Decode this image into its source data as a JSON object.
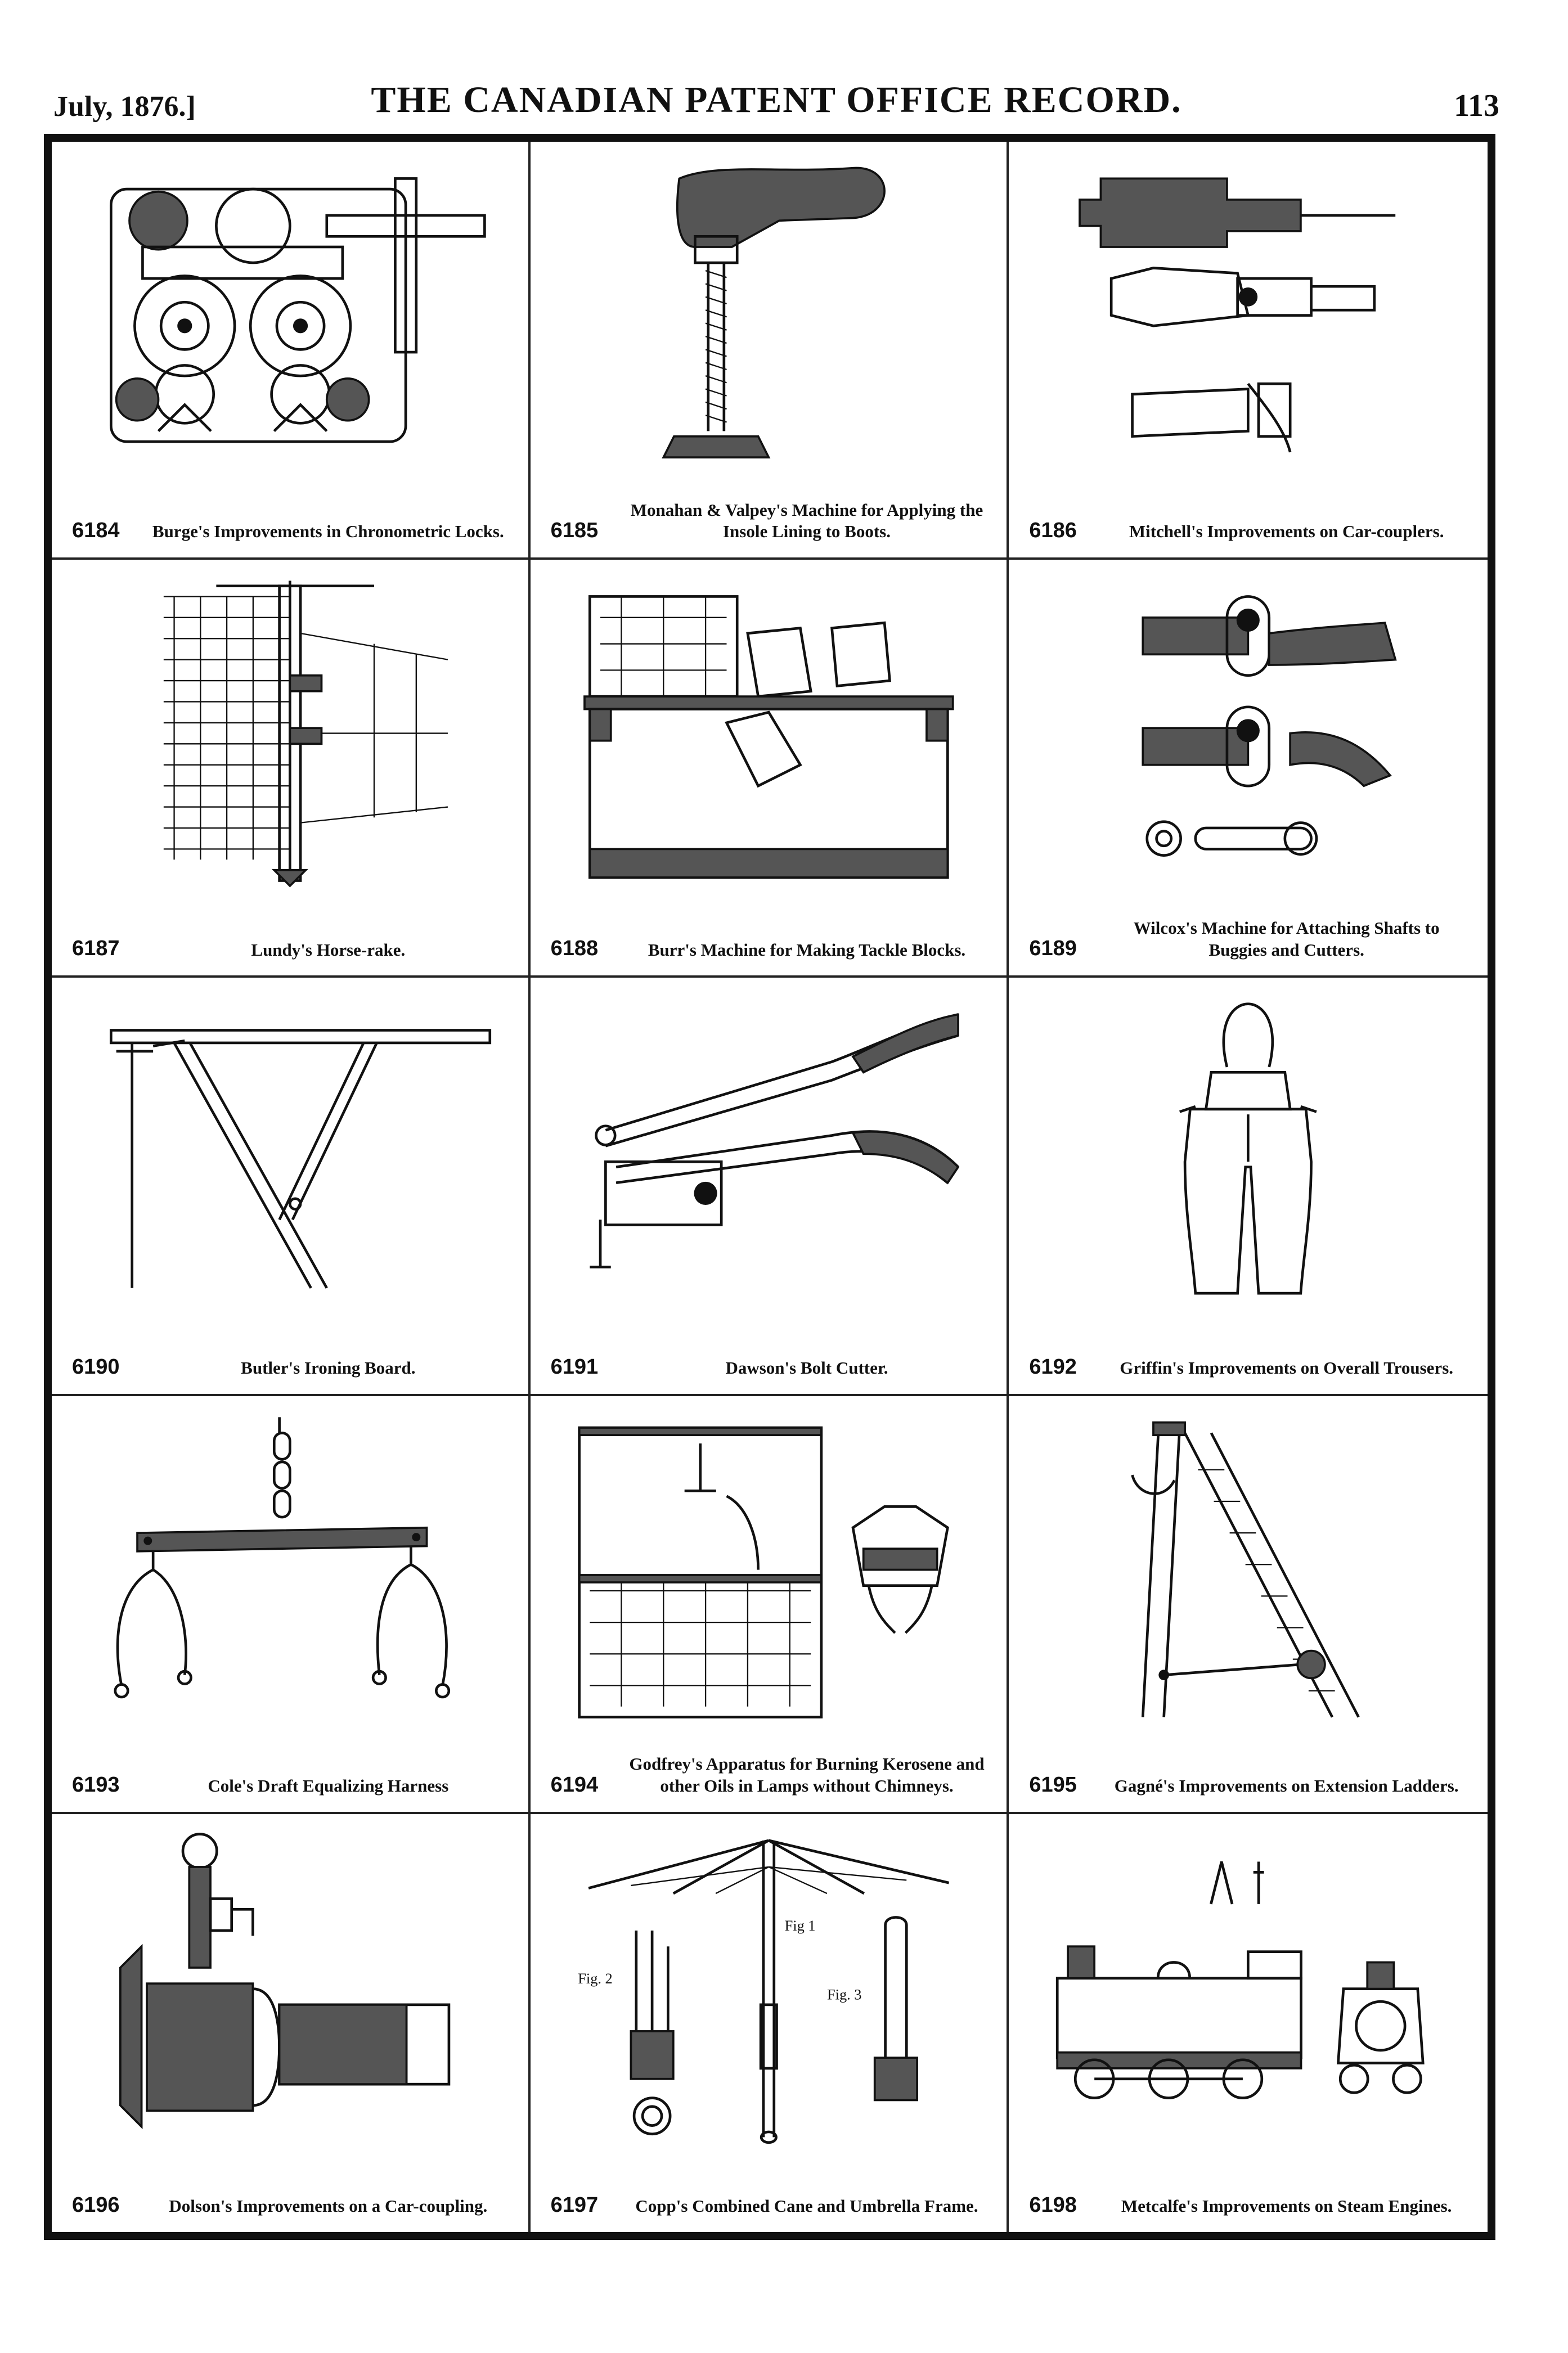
{
  "header": {
    "date": "July, 1876.]",
    "title": "THE CANADIAN PATENT OFFICE RECORD.",
    "page_number": "113"
  },
  "patents": [
    {
      "number": "6184",
      "title": "Burge's Improvements in Chronometric Locks."
    },
    {
      "number": "6185",
      "title": "Monahan & Valpey's Machine for Applying the Insole Lining to Boots."
    },
    {
      "number": "6186",
      "title": "Mitchell's Improvements on Car-couplers."
    },
    {
      "number": "6187",
      "title": "Lundy's Horse-rake."
    },
    {
      "number": "6188",
      "title": "Burr's Machine for Making Tackle Blocks."
    },
    {
      "number": "6189",
      "title": "Wilcox's Machine for Attaching Shafts to Buggies and Cutters."
    },
    {
      "number": "6190",
      "title": "Butler's Ironing Board."
    },
    {
      "number": "6191",
      "title": "Dawson's Bolt Cutter."
    },
    {
      "number": "6192",
      "title": "Griffin's Improvements on Overall Trousers."
    },
    {
      "number": "6193",
      "title": "Cole's Draft Equalizing Harness"
    },
    {
      "number": "6194",
      "title": "Godfrey's Apparatus for Burning Kerosene and other Oils in Lamps without Chimneys."
    },
    {
      "number": "6195",
      "title": "Gagné's Improvements on Extension Ladders."
    },
    {
      "number": "6196",
      "title": "Dolson's Improvements on a Car-coupling."
    },
    {
      "number": "6197",
      "title": "Copp's Combined Cane and Umbrella Frame."
    },
    {
      "number": "6198",
      "title": "Metcalfe's Improvements on Steam Engines."
    }
  ],
  "figure_labels": {
    "fig1": "Fig 1",
    "fig2": "Fig. 2",
    "fig3": "Fig. 3"
  }
}
